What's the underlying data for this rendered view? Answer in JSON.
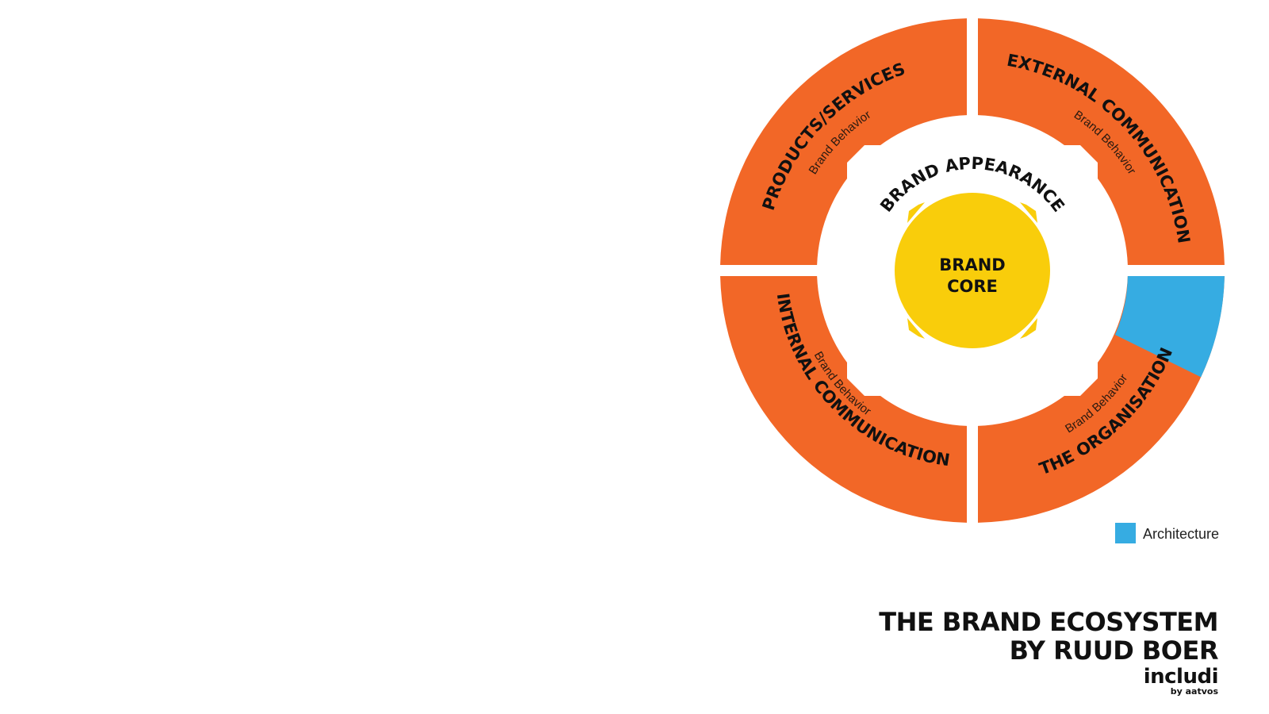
{
  "diagram": {
    "segments": [
      {
        "id": "products",
        "title": "PRODUCTS/SERVICES",
        "subtitle": "Brand Behavior"
      },
      {
        "id": "external",
        "title": "EXTERNAL COMMUNICATION",
        "subtitle": "Brand Behavior"
      },
      {
        "id": "internal",
        "title": "INTERNAL COMMUNICATION",
        "subtitle": "Brand Behavior"
      },
      {
        "id": "organisation",
        "title": "THE ORGANISATION",
        "subtitle": "Brand Behavior"
      }
    ],
    "ring_label": "BRAND APPEARANCE",
    "core": {
      "line1": "BRAND",
      "line2": "CORE"
    },
    "legend": {
      "label": "Architecture"
    },
    "colors": {
      "segment": "#f26727",
      "architecture": "#36ace2",
      "core": "#f9cd0b",
      "background": "#ffffff",
      "text": "#111111"
    }
  },
  "footer": {
    "title_line1": "THE BRAND ECOSYSTEM",
    "title_line2": "BY RUUD BOER"
  },
  "logo": {
    "main": "includi",
    "sub": "by aatvos"
  }
}
